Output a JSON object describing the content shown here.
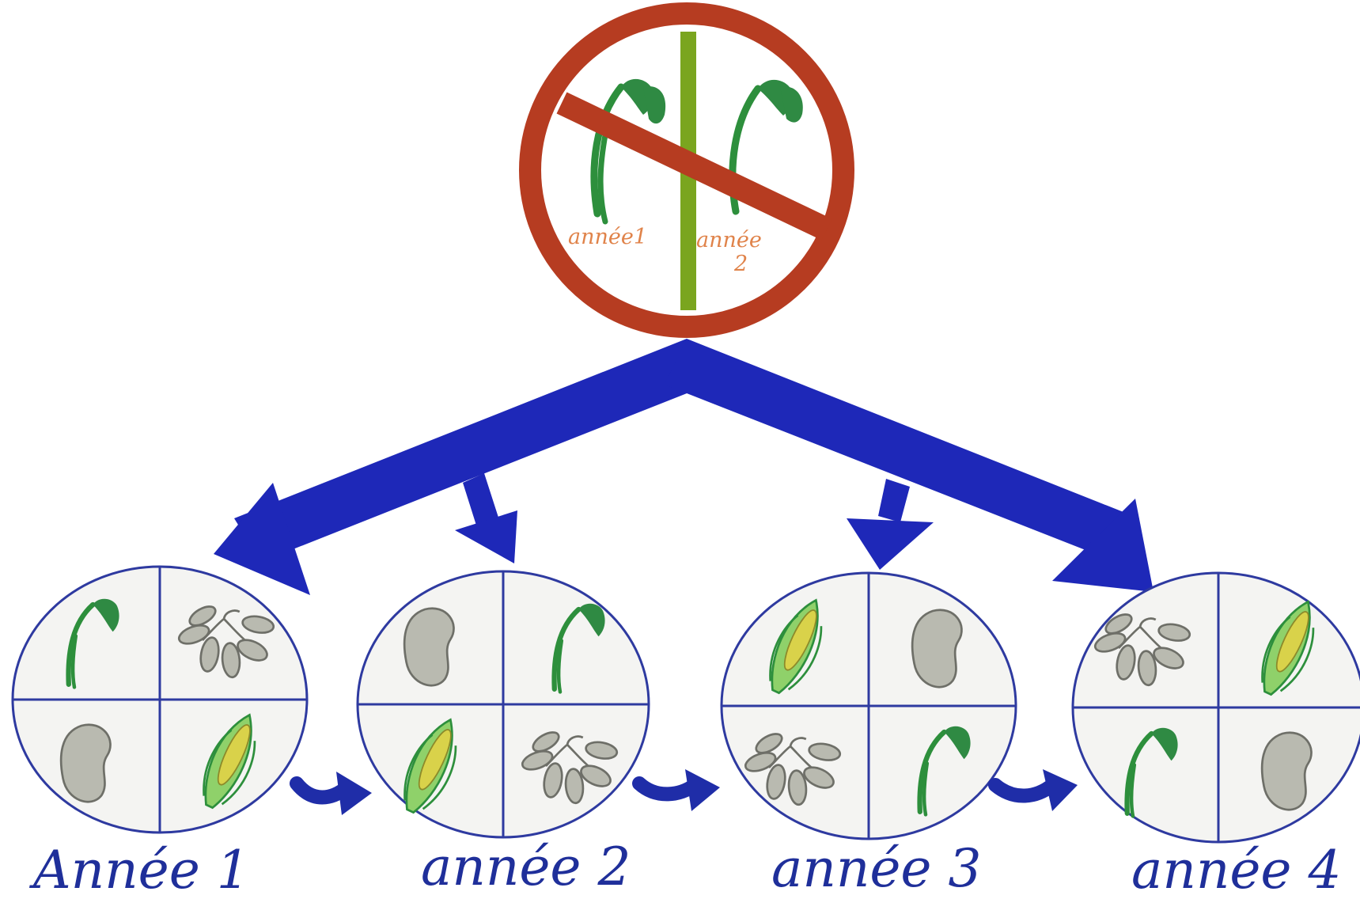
{
  "colors": {
    "prohibition_ring": "#b63c21",
    "divider": "#7aa51f",
    "plant_green": "#2d8f3c",
    "plant_leaf": "#2f8a43",
    "plot_outline": "#2e3aa0",
    "plot_fill": "#f4f4f2",
    "arrow": "#1e28b8",
    "small_arrow": "#1f2da8",
    "label_main": "#1f2f9a",
    "label_small": "#e0834a",
    "bean_fill": "#b9bab0",
    "bean_stroke": "#6e6f68",
    "corn_husk": "#8fd16a",
    "corn_kernel": "#d9d24a"
  },
  "prohibition": {
    "left_label": "année1",
    "right_label_line1": "année",
    "right_label_line2": "2",
    "crops": [
      "wheat",
      "wheat"
    ]
  },
  "years": [
    {
      "label": "Année 1",
      "quadrants": [
        "wheat",
        "potato",
        "bean",
        "corn"
      ]
    },
    {
      "label": "année 2",
      "quadrants": [
        "bean",
        "wheat",
        "corn",
        "potato"
      ]
    },
    {
      "label": "année 3",
      "quadrants": [
        "corn",
        "bean",
        "potato",
        "wheat"
      ]
    },
    {
      "label": "année 4",
      "quadrants": [
        "potato",
        "corn",
        "wheat",
        "bean"
      ]
    }
  ]
}
